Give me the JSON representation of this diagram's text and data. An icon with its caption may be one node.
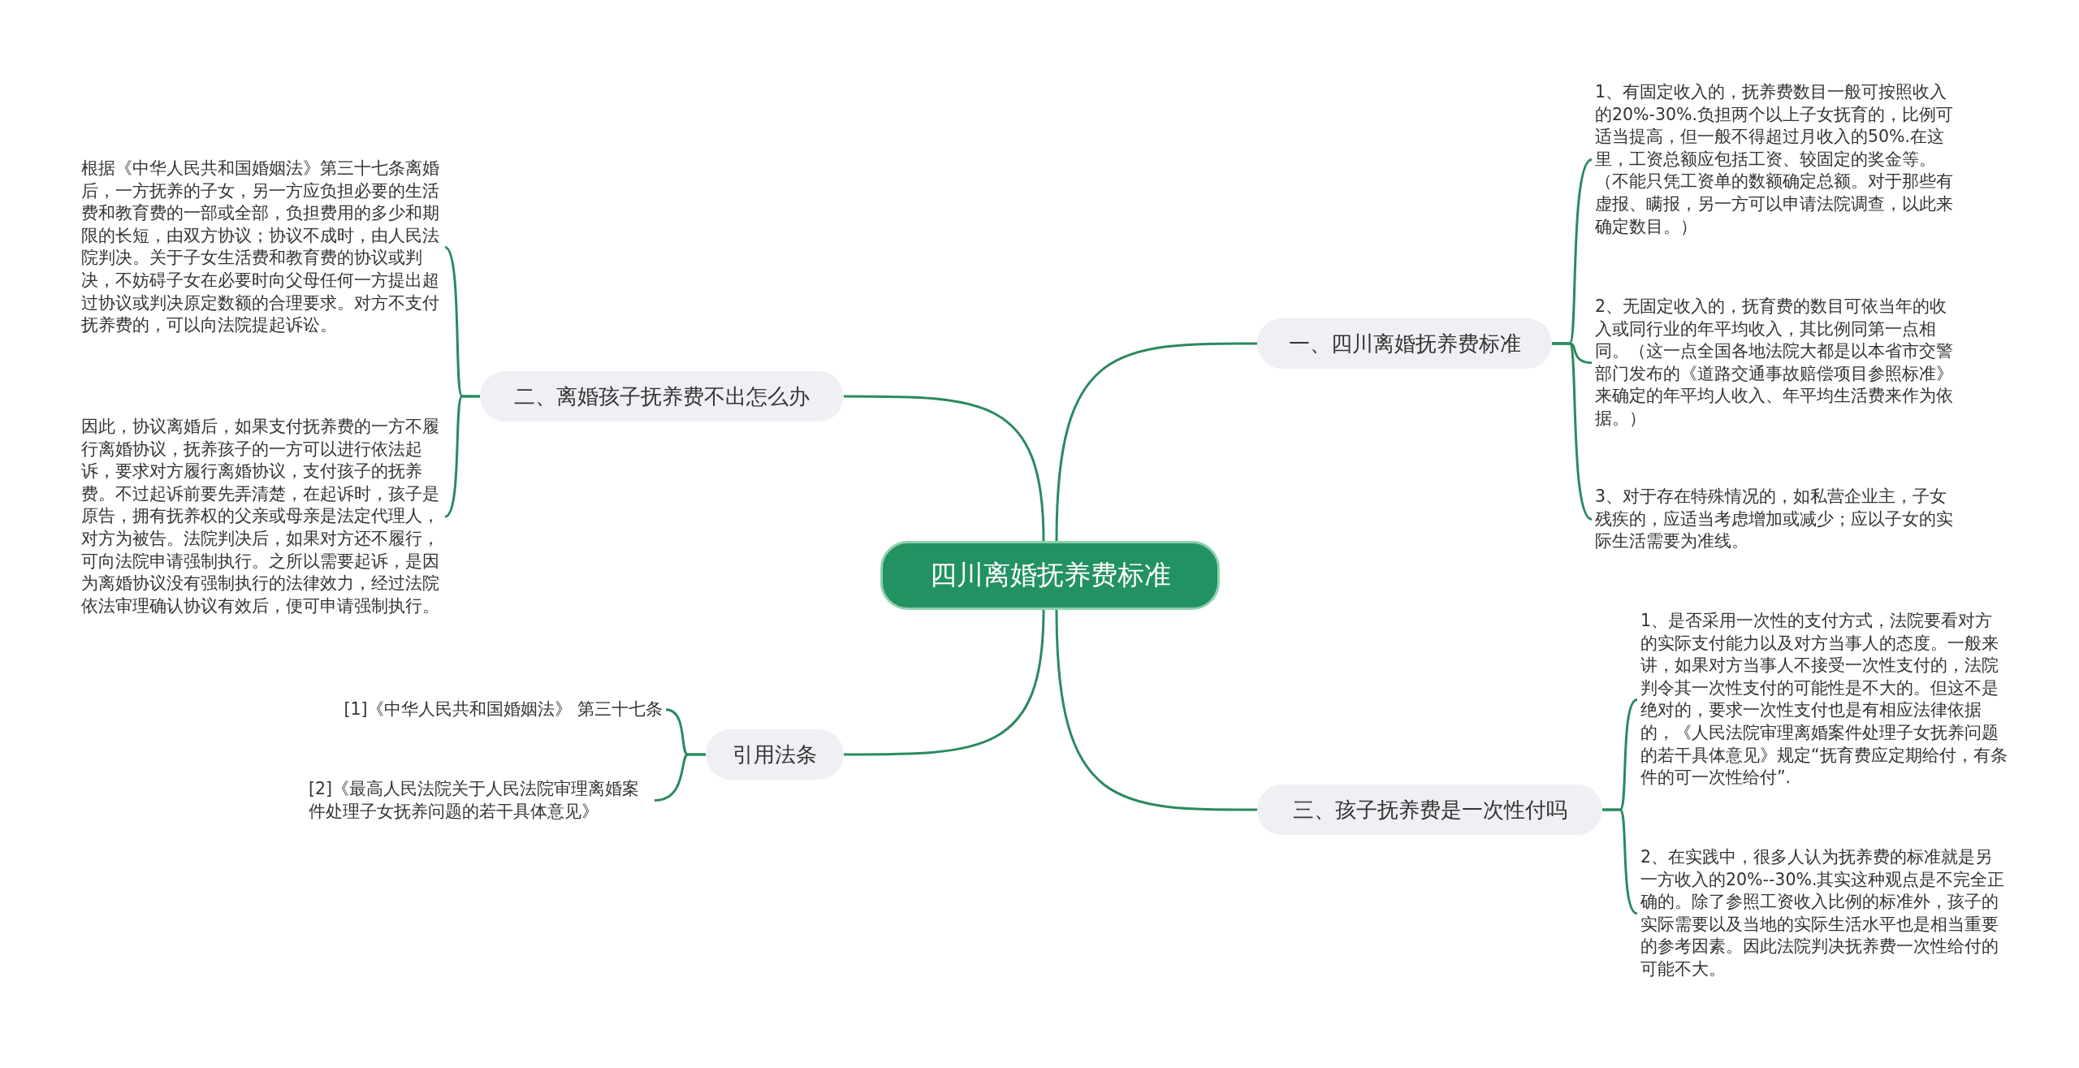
{
  "diagram": {
    "nodes": [
      {
        "text": [
          "四川离婚抚养费标准"
        ]
      },
      {
        "text": [
          "一、四川离婚抚养费标准"
        ]
      },
      {
        "text": [
          "1、有固定收入的，抚养费数目一般可按照收入的20%-30%.负担两个以上子女抚育的，比例可适当提高，但一般不得超过月收入的50%.在这里，工资总额应包括工资、较固定的奖金等。（不能只凭工资单的数额确定总额。对于那些有虚报、瞒报，另一方可以申请法院调查，以此来确定数目。）"
        ]
      },
      {
        "text": [
          "2、无固定收入的，抚育费的数目可依当年的收入或同行业的年平均收入，其比例同第一点相同。（这一点全国各地法院大都是以本省市交警部门发布的《道路交通事故赔偿项目参照标准》来确定的年平均人收入、年平均生活费来作为依据。）"
        ]
      },
      {
        "text": [
          "3、对于存在特殊情况的，如私营企业主，子女残疾的，应适当考虑增加或减少；应以子女的实际生活需要为准线。"
        ]
      },
      {
        "text": [
          "二、离婚孩子抚养费不出怎么办"
        ]
      },
      {
        "text": [
          "根据《中华人民共和国婚姻法》第三十七条离婚后，一方抚养的子女，另一方应负担必要的生活费和教育费的一部或全部，负担费用的多少和期限的长短，由双方协议；协议不成时，由人民法院判决。关于子女生活费和教育费的协议或判决，不妨碍子女在必要时向父母任何一方提出超过协议或判决原定数额的合理要求。对方不支付抚养费的，可以向法院提起诉讼。"
        ]
      },
      {
        "text": [
          "因此，协议离婚后，如果支付抚养费的一方不履行离婚协议，抚养孩子的一方可以进行依法起诉，要求对方履行离婚协议，支付孩子的抚养费。不过起诉前要先弄清楚，在起诉时，孩子是原告，拥有抚养权的父亲或母亲是法定代理人，对方为被告。法院判决后，如果对方还不履行，可向法院申请强制执行。之所以需要起诉，是因为离婚协议没有强制执行的法律效力，经过法院依法审理确认协议有效后，便可申请强制执行。"
        ]
      },
      {
        "text": [
          "三、孩子抚养费是一次性付吗"
        ]
      },
      {
        "text": [
          "1、是否采用一次性的支付方式，法院要看对方的实际支付能力以及对方当事人的态度。一般来讲，如果对方当事人不接受一次性支付的，法院判令其一次性支付的可能性是不大的。但这不是绝对的，要求一次性支付也是有相应法律依据的，《人民法院审理离婚案件处理子女抚养问题的若干具体意见》规定“抚育费应定期给付，有条件的可一次性给付”."
        ]
      },
      {
        "text": [
          "2、在实践中，很多人认为抚养费的标准就是另一方收入的20%--30%.其实这种观点是不完全正确的。除了参照工资收入比例的标准外，孩子的实际需要以及当地的实际生活水平也是相当重要的参考因素。因此法院判决抚养费一次性给付的可能不大。"
        ]
      },
      {
        "text": [
          "引用法条"
        ]
      },
      {
        "text": [
          "[1]《中华人民共和国婚姻法》 第三十七条"
        ]
      },
      {
        "text": [
          "[2]《最高人民法院关于人民法院审理离婚案件处理子女抚养问题的若干具体意见》"
        ]
      }
    ],
    "edges": [
      {
        "from": 0,
        "to": 1,
        "arrow": "none"
      },
      {
        "from": 1,
        "to": 2,
        "arrow": "none"
      },
      {
        "from": 1,
        "to": 3,
        "arrow": "none"
      },
      {
        "from": 1,
        "to": 4,
        "arrow": "none"
      },
      {
        "from": 0,
        "to": 5,
        "arrow": "none"
      },
      {
        "from": 5,
        "to": 6,
        "arrow": "none"
      },
      {
        "from": 5,
        "to": 7,
        "arrow": "none"
      },
      {
        "from": 0,
        "to": 8,
        "arrow": "none"
      },
      {
        "from": 8,
        "to": 9,
        "arrow": "none"
      },
      {
        "from": 8,
        "to": 10,
        "arrow": "none"
      },
      {
        "from": 0,
        "to": 11,
        "arrow": "none"
      },
      {
        "from": 11,
        "to": 12,
        "arrow": "none"
      },
      {
        "from": 11,
        "to": 13,
        "arrow": "none"
      }
    ]
  }
}
